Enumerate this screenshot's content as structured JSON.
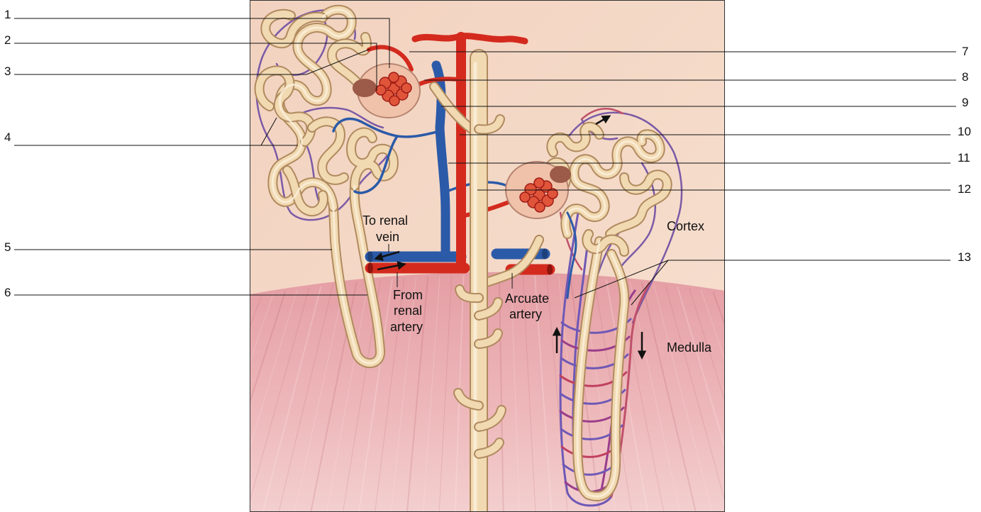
{
  "numbers": {
    "n1": "1",
    "n2": "2",
    "n3": "3",
    "n4": "4",
    "n5": "5",
    "n6": "6",
    "n7": "7",
    "n8": "8",
    "n9": "9",
    "n10": "10",
    "n11": "11",
    "n12": "12",
    "n13": "13"
  },
  "annotations": {
    "to_renal_vein": [
      "To renal",
      "vein"
    ],
    "from_renal_artery": [
      "From",
      "renal",
      "artery"
    ],
    "arcuate_artery": [
      "Arcuate",
      "artery"
    ]
  },
  "regions": {
    "cortex": "Cortex",
    "medulla": "Medulla"
  },
  "colors": {
    "artery": "#d42a1e",
    "vein": "#2b5aa8",
    "tubule": "#f1d9b2",
    "tube_outline": "#b08a5e",
    "capillary": "#7b5aa6",
    "cortex": "#f5d9c7",
    "medulla": "#e9a9ad"
  }
}
